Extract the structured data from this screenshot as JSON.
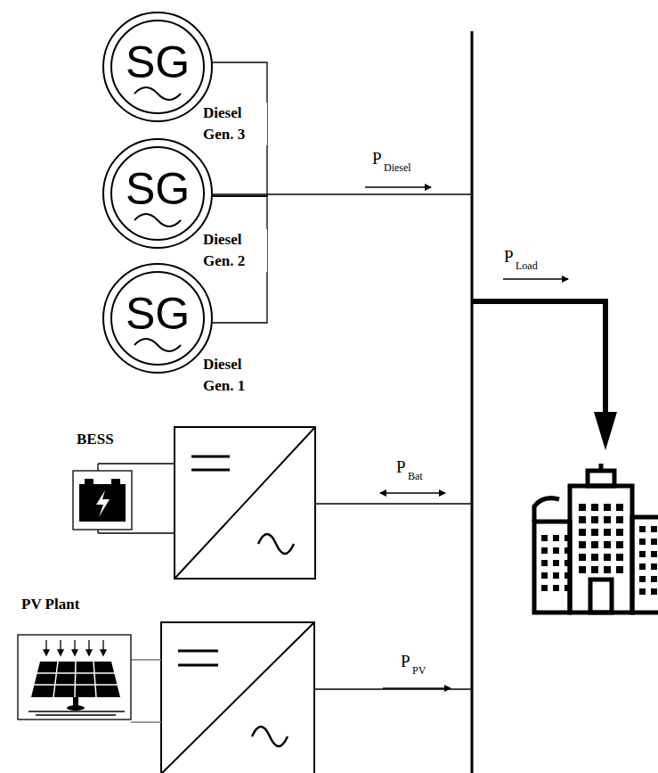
{
  "diagram": {
    "nodes": [
      {
        "text": [
          "SG",
          "Diesel Gen. 3"
        ]
      },
      {
        "text": [
          "SG",
          "Diesel Gen. 2"
        ]
      },
      {
        "text": [
          "SG",
          "Diesel Gen. 1"
        ]
      }
    ],
    "edges": [
      {
        "from": 0,
        "to": 1,
        "arrow": "none"
      },
      {
        "from": 2,
        "to": 1,
        "arrow": "none"
      }
    ],
    "labels": [
      "P",
      "Diesel",
      "P",
      "Load",
      "P",
      "Bat",
      "P",
      "PV",
      "BESS",
      "PV Plant"
    ]
  }
}
